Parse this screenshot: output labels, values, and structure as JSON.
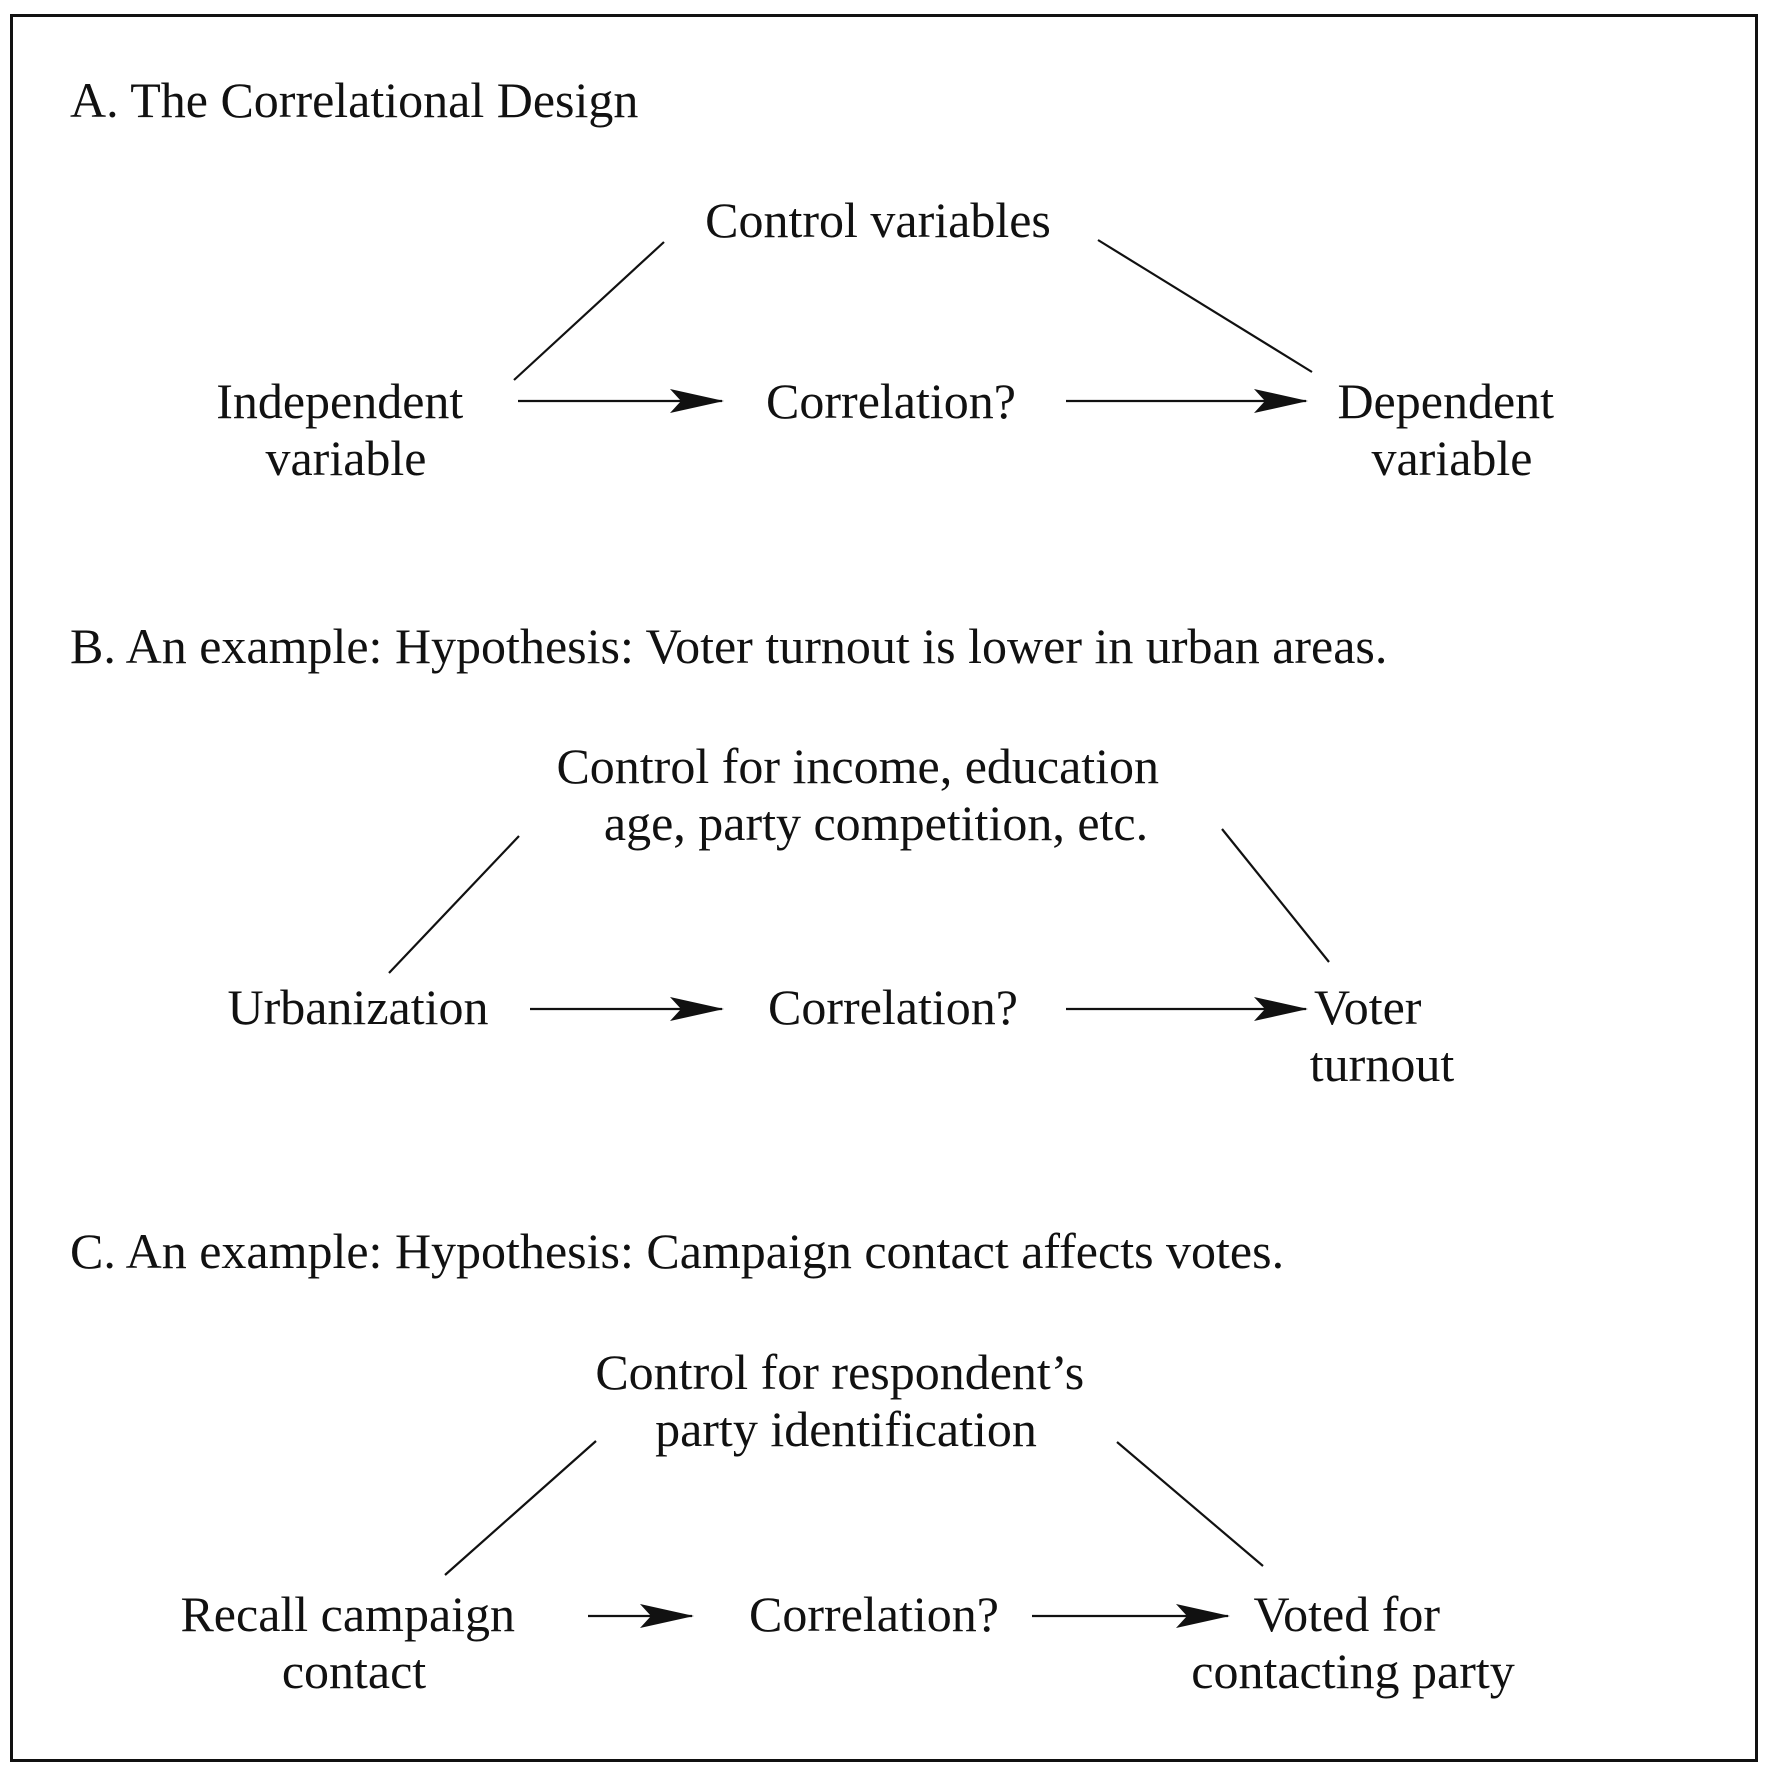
{
  "sections": [
    {
      "heading": "A. The Correlational Design",
      "control": [
        "Control variables"
      ],
      "independent": [
        "Independent",
        "variable"
      ],
      "middle": "Correlation?",
      "dependent": [
        "Dependent",
        "variable"
      ]
    },
    {
      "heading": "B. An example: Hypothesis: Voter turnout is lower in urban areas.",
      "control": [
        "Control for income, education",
        "age, party competition, etc."
      ],
      "independent": [
        "Urbanization"
      ],
      "middle": "Correlation?",
      "dependent": [
        "Voter",
        "turnout"
      ]
    },
    {
      "heading": "C. An example: Hypothesis: Campaign contact affects votes.",
      "control": [
        "Control for respondent’s",
        "party identification"
      ],
      "independent": [
        "Recall campaign",
        "contact"
      ],
      "middle": "Correlation?",
      "dependent": [
        "Voted for",
        "contacting party"
      ]
    }
  ],
  "colors": {
    "ink": "#111111",
    "background": "#ffffff"
  }
}
